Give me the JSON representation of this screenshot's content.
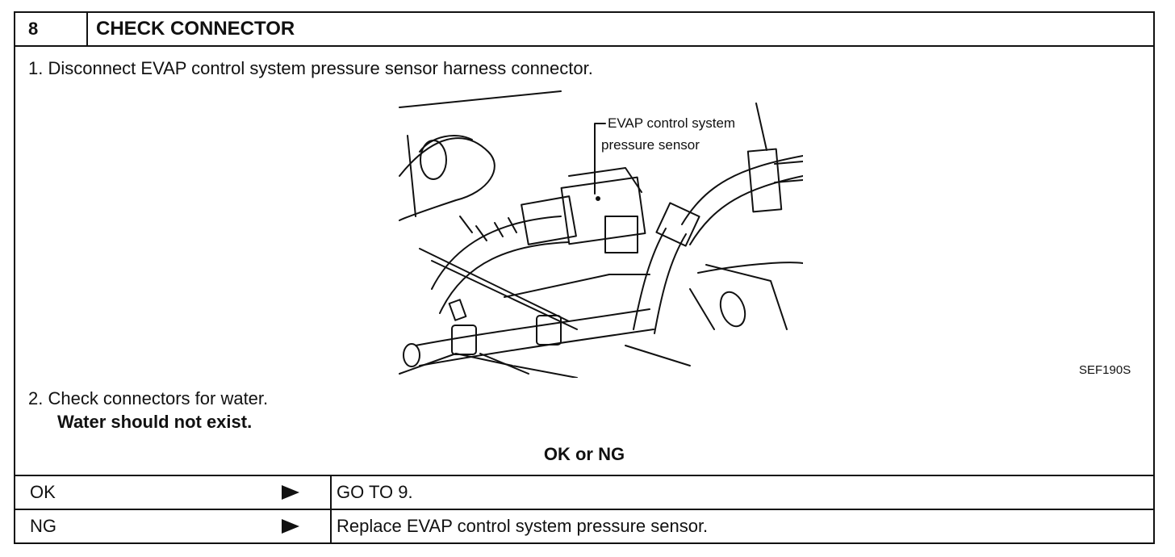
{
  "header": {
    "step_number": "8",
    "title": "CHECK CONNECTOR"
  },
  "steps": [
    {
      "text": "1. Disconnect EVAP control system pressure sensor harness connector."
    },
    {
      "text": "2. Check connectors for water.",
      "emphasis": "Water should not exist."
    }
  ],
  "figure": {
    "label_line1": "EVAP control system",
    "label_line2": "pressure sensor",
    "code": "SEF190S"
  },
  "result_heading": "OK or NG",
  "results": [
    {
      "key": "OK",
      "action": "GO TO 9."
    },
    {
      "key": "NG",
      "action": "Replace EVAP control system pressure sensor."
    }
  ]
}
